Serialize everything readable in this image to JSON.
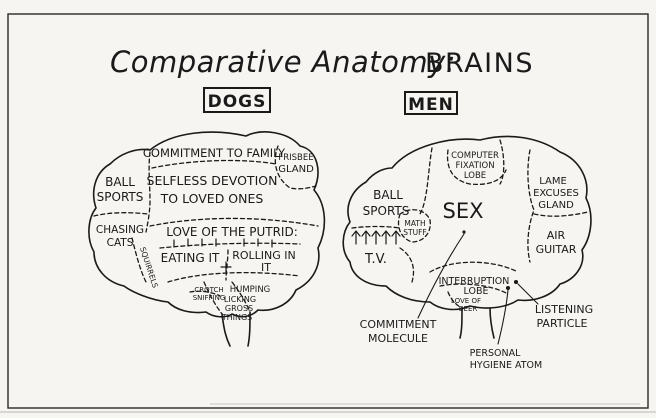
{
  "title_script": "Comparative Anatomy:",
  "title_caps": "BRAINS",
  "dogs": {
    "label": "DOGS",
    "regions": {
      "commitment": "COMMITMENT TO FAMILY",
      "frisbee_1": "FRISBEE",
      "frisbee_2": "GLAND",
      "ball_1": "BALL",
      "ball_2": "SPORTS",
      "selfless_1": "SELFLESS DEVOTION",
      "selfless_2": "TO LOVED ONES",
      "chasing_1": "CHASING",
      "chasing_2": "CATS",
      "squirrels": "SQUIRRELS",
      "putrid": "LOVE OF THE PUTRID:",
      "eating": "EATING IT",
      "rolling_1": "ROLLING IN",
      "rolling_2": "IT",
      "crotch_1": "CROTCH",
      "crotch_2": "SNIFFING",
      "humping": "HUMPING",
      "licking_1": "LICKING",
      "licking_2": "GROSS",
      "licking_3": "THINGS"
    }
  },
  "men": {
    "label": "MEN",
    "regions": {
      "computer_1": "COMPUTER",
      "computer_2": "FIXATION",
      "computer_3": "LOBE",
      "lame_1": "LAME",
      "lame_2": "EXCUSES",
      "lame_3": "GLAND",
      "ball_1": "BALL",
      "ball_2": "SPORTS",
      "math_1": "MATH",
      "math_2": "STUFF",
      "sex": "SEX",
      "air_1": "AIR",
      "air_2": "GUITAR",
      "tv": "T.V.",
      "interruption_1": "INTERRUPTION",
      "interruption_2": "LOBE",
      "beer_1": "LOVE OF",
      "beer_2": "BEER"
    },
    "callouts": {
      "commitment_1": "COMMITMENT",
      "commitment_2": "MOLECULE",
      "listening_1": "LISTENING",
      "listening_2": "PARTICLE",
      "hygiene_1": "PERSONAL",
      "hygiene_2": "HYGIENE ATOM"
    }
  }
}
